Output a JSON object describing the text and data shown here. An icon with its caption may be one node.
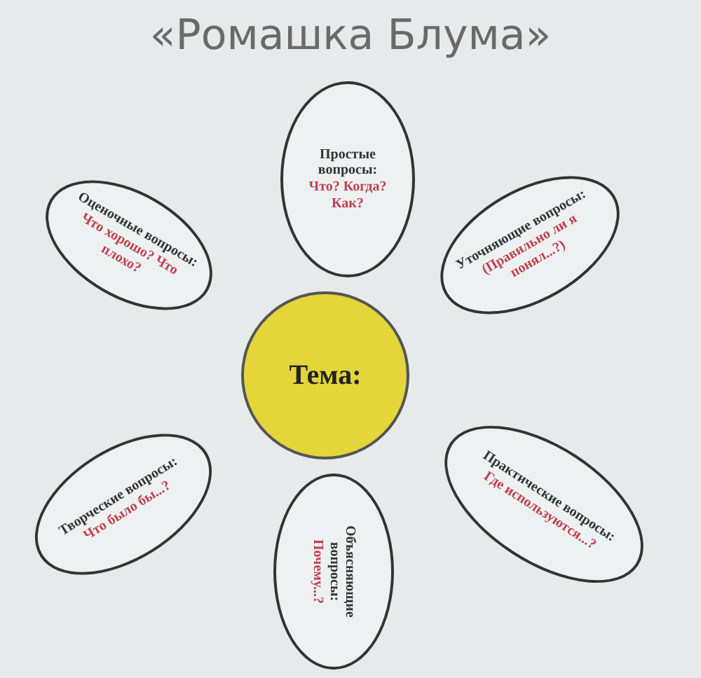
{
  "diagram": {
    "title": "«Ромашка Блума»",
    "nodes": [
      {
        "text": [
          "Простые вопросы:",
          "Что? Когда? Как?"
        ]
      },
      {
        "text": [
          "Оценочные вопросы:",
          "Что хорошо? Что плохо?"
        ]
      },
      {
        "text": [
          "Уточняющие вопросы:",
          "(Правильно ли я понял...?)"
        ]
      },
      {
        "text": [
          "Тема:"
        ]
      },
      {
        "text": [
          "Творческие вопросы:",
          "Что было бы...?"
        ]
      },
      {
        "text": [
          "Объясняющие вопросы:",
          "Почему...?"
        ]
      },
      {
        "text": [
          "Практические вопросы:",
          "Где используются...?"
        ]
      }
    ]
  }
}
